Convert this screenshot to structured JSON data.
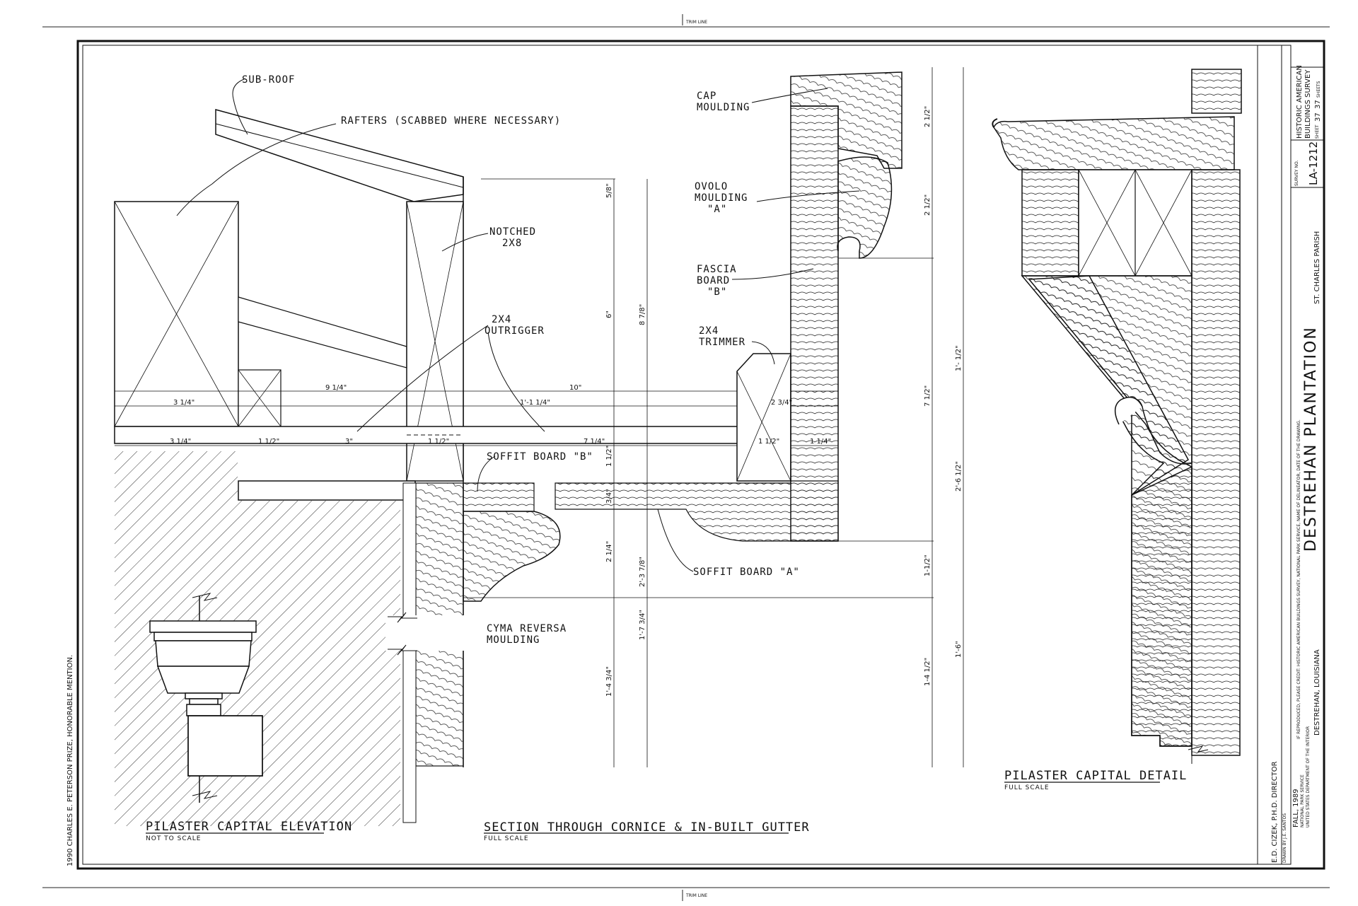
{
  "trim_line": "TRIM LINE",
  "labels": {
    "sub_roof": "SUB-ROOF",
    "rafters": "RAFTERS (SCABBED WHERE NECESSARY)",
    "notched_1": "NOTCHED",
    "notched_2": "2X8",
    "outrigger_1": "2X4",
    "outrigger_2": "OUTRIGGER",
    "cap_moulding_1": "CAP",
    "cap_moulding_2": "MOULDING",
    "ovolo_1": "OVOLO",
    "ovolo_2": "MOULDING",
    "ovolo_3": "\"A\"",
    "fascia_1": "FASCIA",
    "fascia_2": "BOARD",
    "fascia_3": "\"B\"",
    "trimmer_1": "2X4",
    "trimmer_2": "TRIMMER",
    "soffit_b": "SOFFIT BOARD \"B\"",
    "soffit_a": "SOFFIT BOARD \"A\"",
    "cyma_1": "CYMA REVERSA",
    "cyma_2": "MOULDING"
  },
  "dimensions": {
    "top_row": [
      "3 1/4\"",
      "9 1/4\"",
      "10\"",
      "1'-1 1/4\"",
      "2 3/4\""
    ],
    "bottom_row": [
      "3 1/4\"",
      "1 1/2\"",
      "3\"",
      "1 1/2\"",
      "7 1/4\"",
      "1 1/2\"",
      "1 1/4\""
    ],
    "vertical_a": [
      "5/8\"",
      "6\"",
      "1 1/2\"",
      "3/4\"",
      "2 1/4\"",
      "1'-4 3/4\""
    ],
    "vertical_b": [
      "8 7/8\"",
      "2'-3 7/8\"",
      "1'-7 3/4\""
    ],
    "vertical_c": [
      "2 1/2\"",
      "2 1/2\"",
      "7 1/2\"",
      "1-1/2\"",
      "1-4 1/2\""
    ],
    "vertical_d": [
      "1'- 1/2\"",
      "2'-6 1/2\"",
      "1'-6\""
    ]
  },
  "titles": {
    "elevation": "PILASTER CAPITAL ELEVATION",
    "elevation_scale": "NOT TO SCALE",
    "section": "SECTION THROUGH CORNICE & IN-BUILT GUTTER",
    "section_scale": "FULL SCALE",
    "detail": "PILASTER CAPITAL DETAIL",
    "detail_scale": "FULL SCALE"
  },
  "credits": {
    "prize": "1990 CHARLES E. PETERSON PRIZE, HONORABLE MENTION.",
    "director": "E.D. CIZEK, P.H.D. DIRECTOR",
    "drawn_by": "DRAWN BY J.E. SANTOS",
    "date": "FALL, 1989",
    "agency_1": "NATIONAL PARK SERVICE",
    "agency_2": "UNITED STATES DEPARTMENT OF THE INTERIOR"
  },
  "title_block": {
    "project": "DESTREHAN PLANTATION",
    "location": "DESTREHAN, LOUISIANA",
    "parish": "ST. CHARLES PARISH",
    "survey_label": "SURVEY NO.",
    "survey_no": "LA-1212",
    "habs_1": "HISTORIC AMERICAN",
    "habs_2": "BUILDINGS SURVEY",
    "sheet_label": "SHEET",
    "sheet_no": "37",
    "sheet_of": "37",
    "sheets_label": "SHEETS",
    "credit_note": "IF REPRODUCED, PLEASE CREDIT: HISTORIC AMERICAN BUILDINGS SURVEY, NATIONAL PARK SERVICE, NAME OF DELINEATOR, DATE OF THE DRAWING."
  }
}
